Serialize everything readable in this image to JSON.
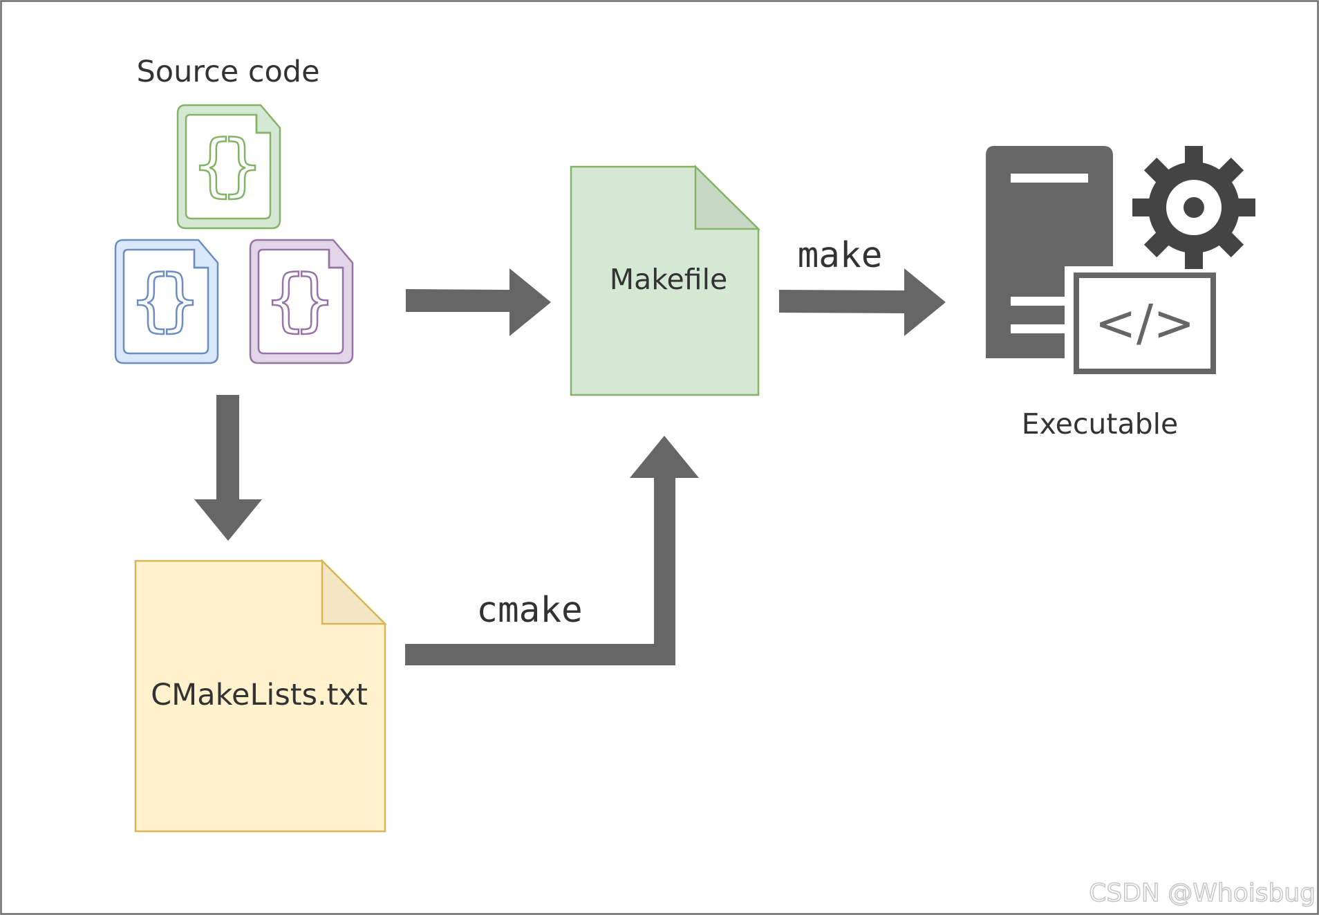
{
  "labels": {
    "source_code": "Source code",
    "makefile": "Makefile",
    "cmakelists": "CMakeLists.txt",
    "executable": "Executable",
    "make": "make",
    "cmake": "cmake",
    "code_symbol": "</>",
    "brace_open": "{",
    "brace_close": "}"
  },
  "watermark": "CSDN @Whoisbug",
  "icons": {
    "source_files": [
      "code-file-green-icon",
      "code-file-blue-icon",
      "code-file-purple-icon"
    ],
    "executable": [
      "server-icon",
      "gear-icon",
      "code-window-icon"
    ]
  },
  "colors": {
    "arrow": "#666666",
    "makefile_fill": "#d5e8d4",
    "makefile_stroke": "#82b366",
    "cmake_fill": "#fff2cc",
    "cmake_stroke": "#d6b656",
    "blue_fill": "#dae8fc",
    "blue_stroke": "#6c8ebf",
    "purple_fill": "#e1d5e7",
    "purple_stroke": "#9673a6"
  }
}
